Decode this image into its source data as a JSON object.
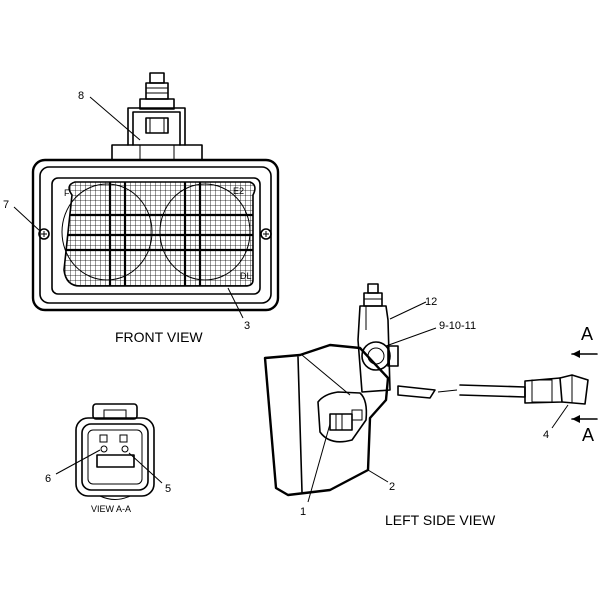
{
  "captions": {
    "front_view": "FRONT VIEW",
    "left_side_view": "LEFT SIDE VIEW",
    "view_aa": "VIEW A-A"
  },
  "section_markers": {
    "top": "A",
    "bottom": "A"
  },
  "callouts": {
    "c1": "1",
    "c2": "2",
    "c3": "3",
    "c4": "4",
    "c5": "5",
    "c6": "6",
    "c7": "7",
    "c8": "8",
    "c12": "12",
    "c9_10_11": "9-10-11"
  },
  "lens_markings": {
    "corner_right": "DL",
    "corner_top_left": "F",
    "corner_top_right": "E2"
  }
}
